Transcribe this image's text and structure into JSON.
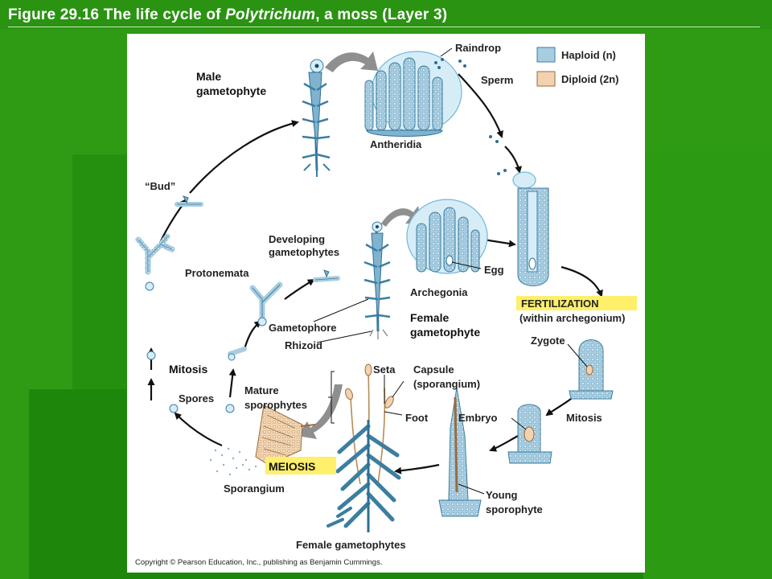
{
  "slide": {
    "title_prefix": "Figure 29.16  The life cycle of ",
    "title_italic": "Polytrichum",
    "title_suffix": ", a moss (Layer 3)"
  },
  "legend": {
    "haploid": "Haploid (n)",
    "diploid": "Diploid (2n)",
    "colors": {
      "haploid": "#a9cde0",
      "diploid": "#f1d3b0"
    }
  },
  "labels": {
    "raindrop": "Raindrop",
    "sperm": "Sperm",
    "male_gametophyte_1": "Male",
    "male_gametophyte_2": "gametophyte",
    "antheridia": "Antheridia",
    "bud": "“Bud”",
    "developing_1": "Developing",
    "developing_2": "gametophytes",
    "protonemata": "Protonemata",
    "egg": "Egg",
    "archegonia": "Archegonia",
    "female_gametophyte_1": "Female",
    "female_gametophyte_2": "gametophyte",
    "fertilization": "FERTILIZATION",
    "within_archegonium": "(within archegonium)",
    "gametophore": "Gametophore",
    "rhizoid": "Rhizoid",
    "zygote": "Zygote",
    "mitosis_left": "Mitosis",
    "seta": "Seta",
    "capsule_1": "Capsule",
    "capsule_2": "(sporangium)",
    "mature_1": "Mature",
    "mature_2": "sporophytes",
    "spores": "Spores",
    "foot": "Foot",
    "embryo": "Embryo",
    "mitosis_right": "Mitosis",
    "meiosis": "MEIOSIS",
    "sporangium": "Sporangium",
    "young_1": "Young",
    "young_2": "sporophyte",
    "female_gametophytes": "Female gametophytes"
  },
  "copyright": "Copyright © Pearson Education, Inc., publishing as Benjamin Cummings."
}
